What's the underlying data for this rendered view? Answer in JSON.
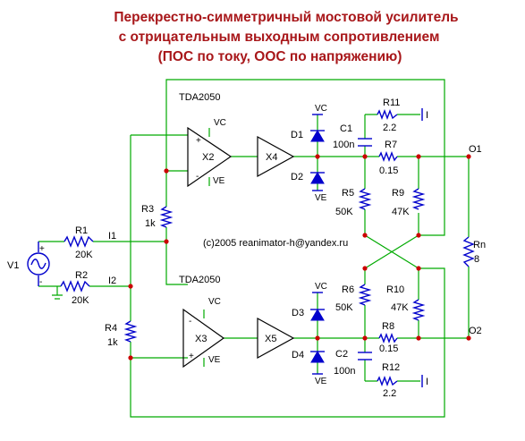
{
  "title": {
    "line1": "Перекрестно-симметричный мостовой усилитель",
    "line2": "с отрицательным выходным сопротивлением",
    "line3": "(ПОС по току, ООС по напряжению)"
  },
  "chips": {
    "top": "TDA2050",
    "bottom": "TDA2050"
  },
  "amplifiers": {
    "x2": "X2",
    "x3": "X3",
    "x4": "X4",
    "x5": "X5",
    "plus": "+",
    "minus": "-",
    "vc": "VC",
    "ve": "VE"
  },
  "diodes": {
    "d1": "D1",
    "d2": "D2",
    "d3": "D3",
    "d4": "D4",
    "vc": "VC",
    "ve": "VE"
  },
  "resistors": {
    "r1": {
      "name": "R1",
      "value": "20K"
    },
    "r2": {
      "name": "R2",
      "value": "20K"
    },
    "r3": {
      "name": "R3",
      "value": "1k"
    },
    "r4": {
      "name": "R4",
      "value": "1k"
    },
    "r5": {
      "name": "R5",
      "value": "50K"
    },
    "r6": {
      "name": "R6",
      "value": "50K"
    },
    "r7": {
      "name": "R7",
      "value": "0.15"
    },
    "r8": {
      "name": "R8",
      "value": "0.15"
    },
    "r9": {
      "name": "R9",
      "value": "47K"
    },
    "r10": {
      "name": "R10",
      "value": "47K"
    },
    "r11": {
      "name": "R11",
      "value": "2.2"
    },
    "r12": {
      "name": "R12",
      "value": "2.2"
    },
    "rn": {
      "name": "Rn",
      "value": "8"
    }
  },
  "capacitors": {
    "c1": {
      "name": "C1",
      "value": "100n"
    },
    "c2": {
      "name": "C2",
      "value": "100n"
    }
  },
  "source": {
    "name": "V1",
    "plus": "+",
    "minus": "-"
  },
  "nets": {
    "i1": "I1",
    "i2": "I2",
    "o1": "O1",
    "o2": "O2",
    "i_top": "I",
    "i_bottom": "I"
  },
  "copyright": "(c)2005 reanimator-h@yandex.ru",
  "colors": {
    "title": "#a8171a",
    "wire": "#00aa00",
    "component": "#0000cc",
    "junction": "#cc0000",
    "block": "#000000"
  }
}
